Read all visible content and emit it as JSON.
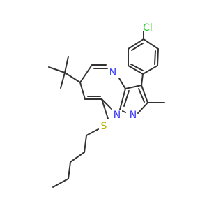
{
  "molecule": {
    "atoms": [
      {
        "id": "cl",
        "element": "Cl",
        "label": "Cl",
        "color": "#33cc33"
      },
      {
        "id": "n4",
        "element": "N",
        "label": "N",
        "color": "#3333ff"
      },
      {
        "id": "n1",
        "element": "N",
        "label": "N",
        "color": "#3333ff"
      },
      {
        "id": "n7a",
        "element": "N",
        "label": "N",
        "color": "#3333ff"
      },
      {
        "id": "s",
        "element": "S",
        "label": "S",
        "color": "#b2b200"
      }
    ],
    "bond_color": "#333333"
  }
}
